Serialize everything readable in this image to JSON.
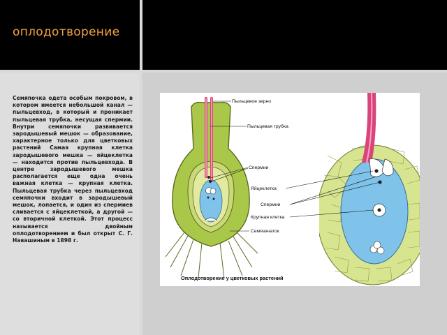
{
  "slide": {
    "title": "оплодотворение",
    "body": "Семяпочка одета особым покровом, в котором имеется небольшой канал — пыльцевход, в который и проникает пыльцевая трубка, несущая спермии. Внутри семяпочки развивается зародышевый мешок — образование, характерное только для цветковых растений Самая крупная клетка зародышевого мешка — яйцеклетка — находится против пыльцевхода. В центре зародышевого мешка располагается еще одна очень важная клетка — крупная клетка. Пыльцевая трубка через пыльцевход семяпочки входит в зародышевый мешок, лопается, и один из спермиев сливается с яйцеклеткой, а другой — со вторичной клеткой. Этот процесс называется двойным оплодотворением и был открыт С. Г. Навашиным в 1898 г."
  },
  "figure": {
    "labels": {
      "pollen_grain": "Пыльцевое зерно",
      "pollen_tube": "Пыльцевая трубка",
      "sperm_1": "Спермии",
      "egg_cell": "Яйцеклетка",
      "sperm_2": "Спермии",
      "central_cell": "Крупная клетка",
      "ovule": "Семязачаток"
    },
    "caption": "Оплодотворение у цветковых растений"
  },
  "colors": {
    "header": "#000000",
    "title": "#f2a23c",
    "ovary_green": "#a9c84a",
    "ovary_outline": "#5b6b1e",
    "tube_pink": "#d9447a",
    "sac_blue": "#7fc3ea",
    "tissue_green": "#d7e590"
  }
}
